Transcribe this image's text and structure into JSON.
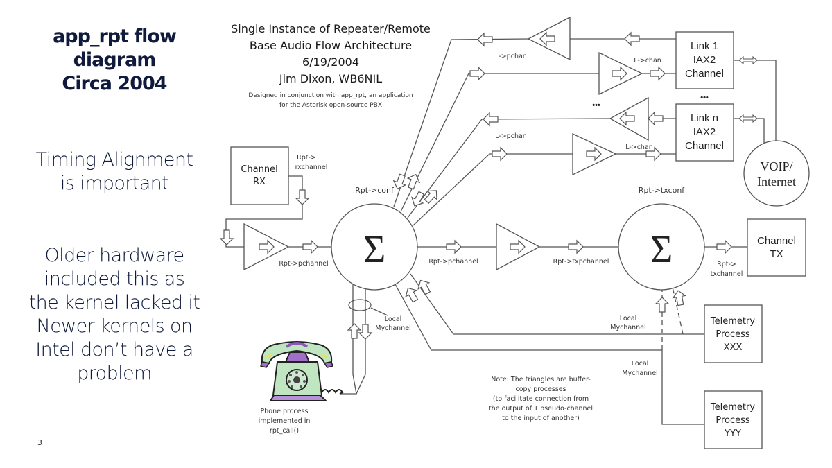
{
  "slide": {
    "title_lines": [
      "app_rpt flow",
      "diagram",
      "Circa 2004"
    ],
    "point1_lines": [
      "Timing Alignment",
      "is important"
    ],
    "point2_lines": [
      "Older hardware",
      "included this as",
      "the kernel lacked it",
      "Newer kernels on",
      "Intel don’t have a",
      "problem"
    ],
    "page_number": "3"
  },
  "diagram": {
    "header_lines": [
      "Single Instance of Repeater/Remote",
      "Base Audio Flow Architecture",
      "6/19/2004",
      "Jim Dixon, WB6NIL"
    ],
    "sub_lines": [
      "Designed in conjunction with app_rpt, an application",
      "for the Asterisk open-source PBX"
    ],
    "boxes": {
      "channel_rx": [
        "Channel",
        "RX"
      ],
      "channel_tx": [
        "Channel",
        "TX"
      ],
      "link1": [
        "Link 1",
        "IAX2",
        "Channel"
      ],
      "linkn": [
        "Link n",
        "IAX2",
        "Channel"
      ],
      "telemetry_xxx": [
        "Telemetry",
        "Process",
        "XXX"
      ],
      "telemetry_yyy": [
        "Telemetry",
        "Process",
        "YYY"
      ]
    },
    "voip": [
      "VOIP/",
      "Internet"
    ],
    "sigma": "Σ",
    "ellipsis": "•••",
    "labels": {
      "rpt_conf": "Rpt->conf",
      "rpt_txconf": "Rpt->txconf",
      "rpt_rxchannel": [
        "Rpt->",
        "rxchannel"
      ],
      "rpt_txchannel": [
        "Rpt->",
        "txchannel"
      ],
      "rpt_pchannel_1": "Rpt->pchannel",
      "rpt_pchannel_2": "Rpt->pchannel",
      "rpt_txpchannel": "Rpt->txpchannel",
      "l_pchan_1": "L->pchan",
      "l_pchan_2": "L->pchan",
      "l_chan_1": "L->chan",
      "l_chan_2": "L->chan",
      "local_mychannel_1": [
        "Local",
        "Mychannel"
      ],
      "local_mychannel_2": [
        "Local",
        "Mychannel"
      ],
      "local_mychannel_3": [
        "Local",
        "Mychannel"
      ],
      "phone_process": [
        "Phone process",
        "implemented in",
        "rpt_call()"
      ]
    },
    "note_lines": [
      "Note: The triangles are buffer-",
      "copy processes",
      "(to facilitate connection from",
      "the output of 1 pseudo-channel",
      "to the input of another)"
    ]
  }
}
